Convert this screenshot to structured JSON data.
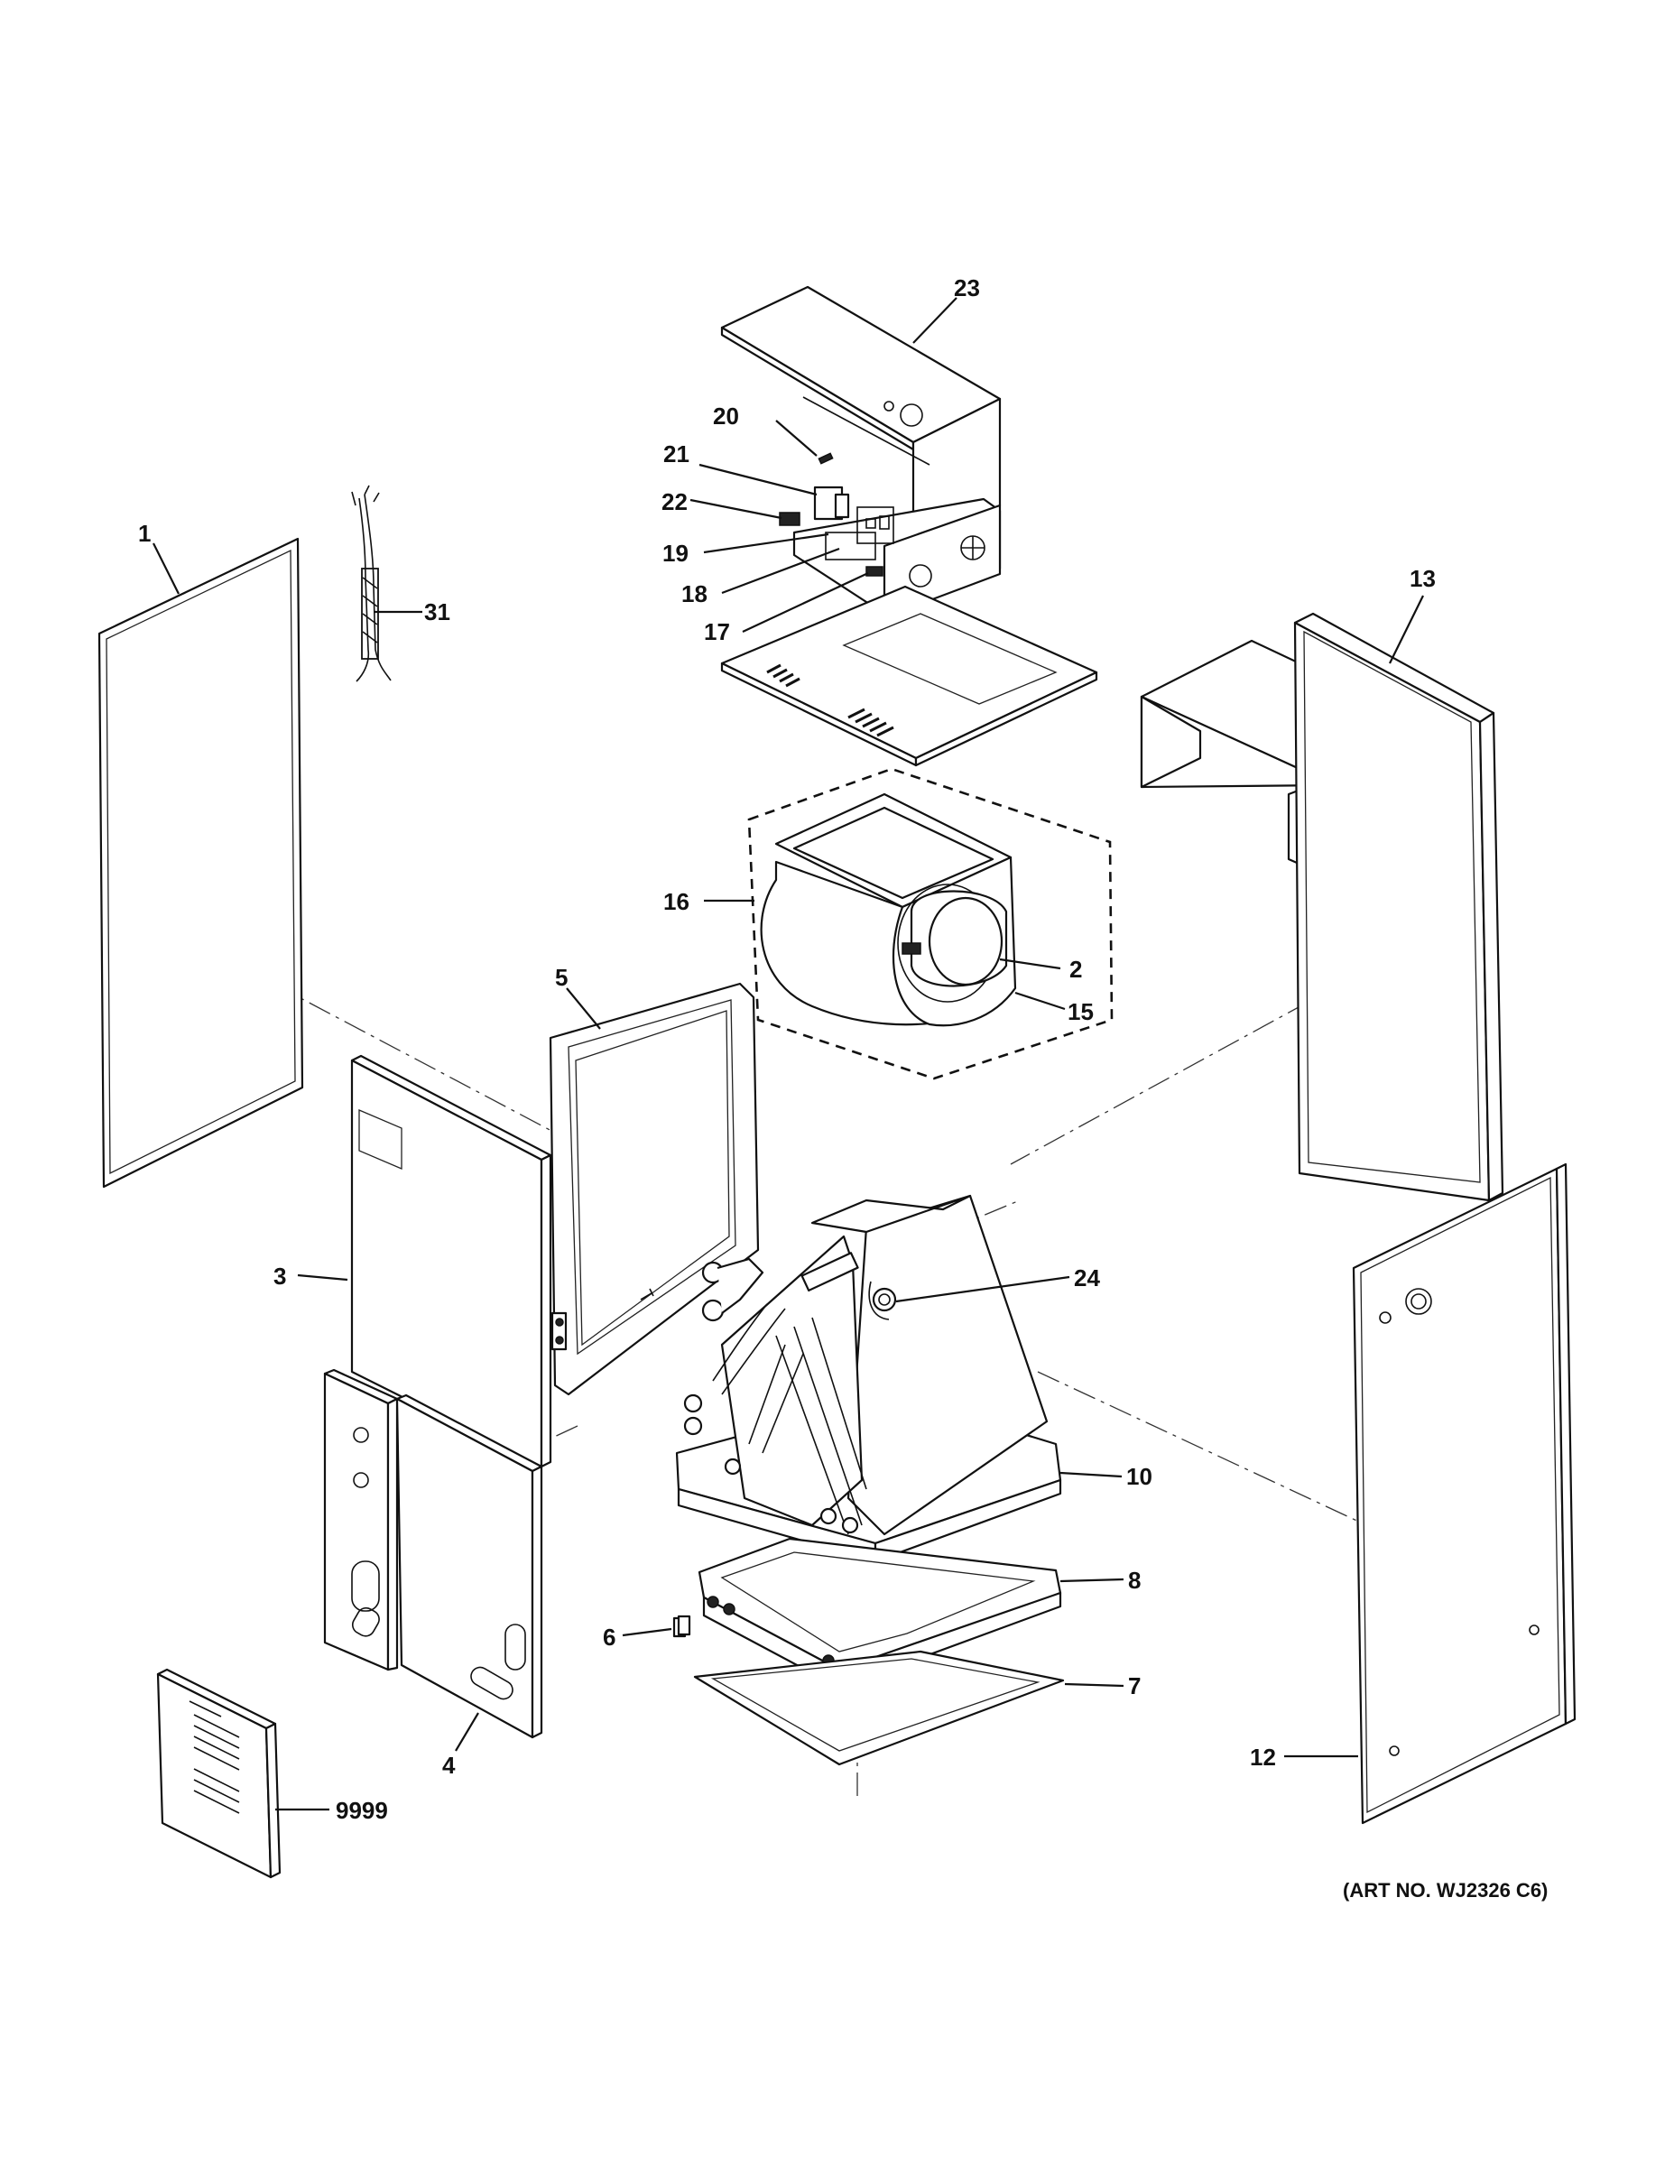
{
  "callouts": {
    "c1": "1",
    "c2": "2",
    "c3": "3",
    "c4": "4",
    "c5": "5",
    "c6": "6",
    "c7": "7",
    "c8": "8",
    "c10": "10",
    "c12": "12",
    "c13": "13",
    "c15": "15",
    "c16": "16",
    "c17": "17",
    "c18": "18",
    "c19": "19",
    "c20": "20",
    "c21": "21",
    "c22": "22",
    "c23": "23",
    "c24": "24",
    "c31": "31",
    "c9999": "9999"
  },
  "art_number": "(ART NO. WJ2326 C6)"
}
